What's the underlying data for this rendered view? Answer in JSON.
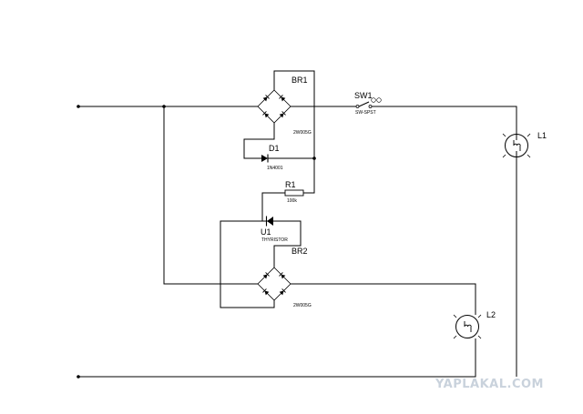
{
  "components": {
    "br1": {
      "designator": "BR1",
      "part": "2W005G"
    },
    "br2": {
      "designator": "BR2",
      "part": "2W005G"
    },
    "d1": {
      "designator": "D1",
      "part": "1N4001"
    },
    "r1": {
      "designator": "R1",
      "value": "100k"
    },
    "u1": {
      "designator": "U1",
      "part": "THYRISTOR"
    },
    "sw1": {
      "designator": "SW1",
      "part": "SW-SPST"
    },
    "l1": {
      "designator": "L1"
    },
    "l2": {
      "designator": "L2"
    }
  },
  "watermark": "YAPLAKAL.COM"
}
